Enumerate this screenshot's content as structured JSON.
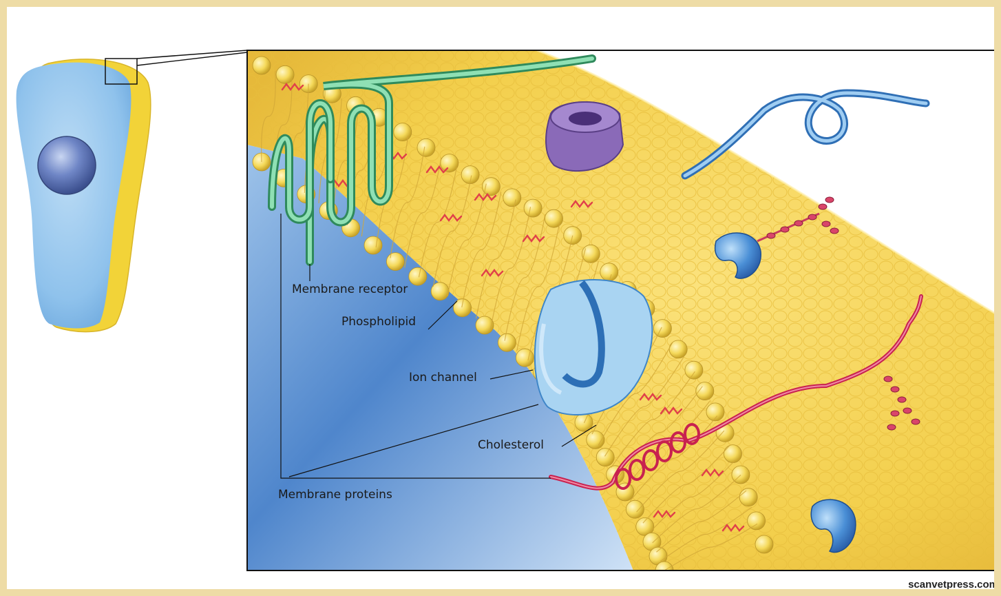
{
  "labels": {
    "membrane_receptor": "Membrane receptor",
    "phospholipid": "Phospholipid",
    "ion_channel": "Ion channel",
    "cholesterol": "Cholesterol",
    "membrane_proteins": "Membrane proteins"
  },
  "credit": "scanvetpress.com",
  "colors": {
    "cytoplasm_blue": "#86b8e6",
    "membrane_yellow": "#f2d25a",
    "phospholipid_head": "#f7e37a",
    "receptor_green": "#5bbd8c",
    "channel_blue": "#a9d4f2",
    "glycoprotein_red": "#d9456a",
    "cholesterol_red": "#e0404a",
    "pore_protein_purple": "#8a6ab8"
  }
}
